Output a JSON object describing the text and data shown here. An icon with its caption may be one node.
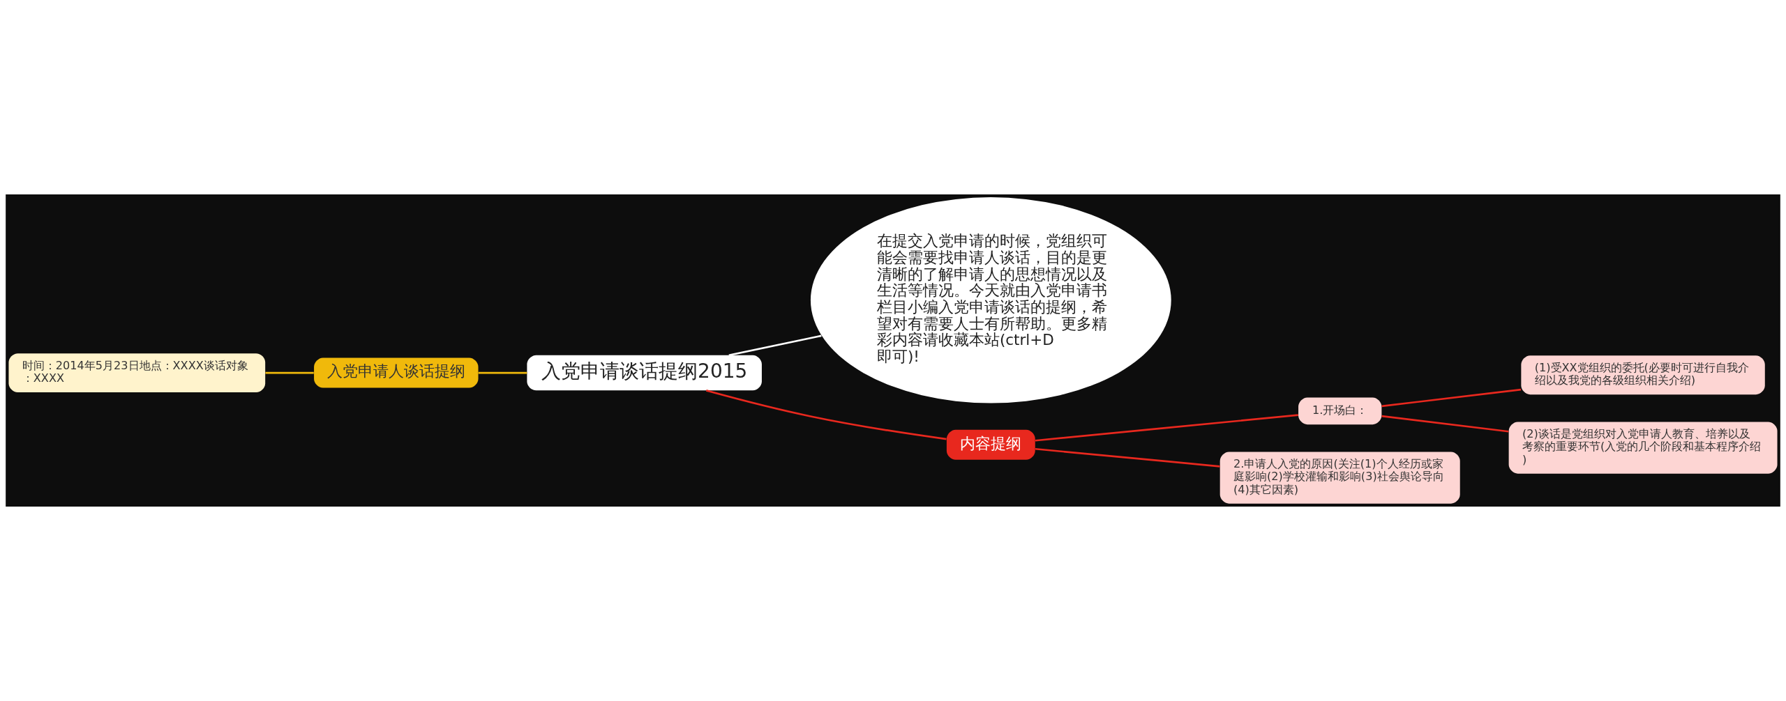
{
  "diagram": {
    "nodes": [
      {
        "text": [
          "入党申请谈话提纲2015"
        ]
      },
      {
        "text": [
          "在提交入党申请的时候，党组织可能会需要找申请人谈话，目的是更清晰的了解申请人的思想情况以及生活等情况。今天就由入党申请书栏目小编入党申请谈话的提纲，希望对有需要人士有所帮助。更多精彩内容请收藏本站(ctrl+D即可)!"
        ]
      },
      {
        "text": [
          "入党申请人谈话提纲"
        ]
      },
      {
        "text": [
          "时间：2014年5月23日地点：XXXX谈话对象：XXXX"
        ]
      },
      {
        "text": [
          "内容提纲"
        ]
      },
      {
        "text": [
          "1.开场白："
        ]
      },
      {
        "text": [
          "(1)受XX党组织的委托(必要时可进行自我介绍以及我党的各级组织相关介绍)"
        ]
      },
      {
        "text": [
          "(2)谈话是党组织对入党申请人教育、培养以及考察的重要环节(入党的几个阶段和基本程序介绍)"
        ]
      },
      {
        "text": [
          "2.申请人入党的原因(关注(1)个人经历或家庭影响(2)学校灌输和影响(3)社会舆论导向(4)其它因素)"
        ]
      }
    ],
    "edges": [
      {
        "from": 0,
        "to": 1,
        "arrow": "none",
        "color": "#ffffff"
      },
      {
        "from": 0,
        "to": 2,
        "arrow": "none",
        "color": "#f0b90b"
      },
      {
        "from": 2,
        "to": 3,
        "arrow": "none",
        "color": "#f0b90b"
      },
      {
        "from": 0,
        "to": 4,
        "arrow": "none"
      },
      {
        "from": 4,
        "to": 5,
        "arrow": "none"
      },
      {
        "from": 5,
        "to": 6,
        "arrow": "none"
      },
      {
        "from": 5,
        "to": 7,
        "arrow": "none"
      },
      {
        "from": 4,
        "to": 8,
        "arrow": "none"
      }
    ]
  }
}
